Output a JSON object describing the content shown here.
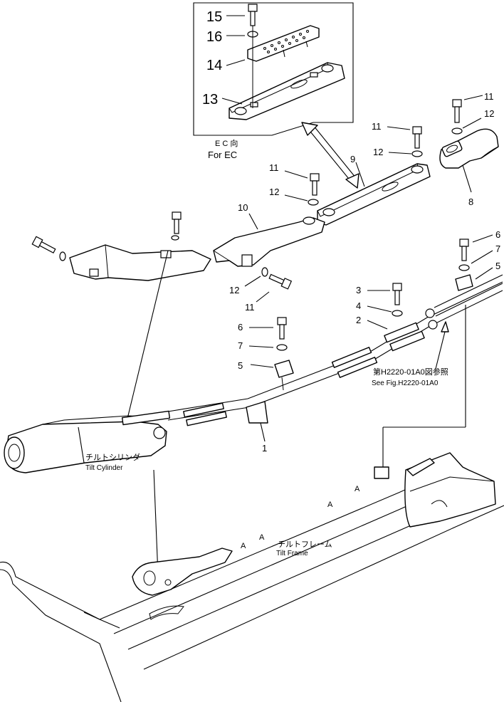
{
  "callouts": {
    "c15": "15",
    "c16": "16",
    "c14": "14",
    "c13": "13",
    "c11a": "11",
    "c12a": "12",
    "c8": "8",
    "c11b": "11",
    "c12b": "12",
    "c9": "9",
    "c11c": "11",
    "c12c": "12",
    "c10": "10",
    "c12d": "12",
    "c11d": "11",
    "c6a": "6",
    "c7a": "7",
    "c5a": "5",
    "c3": "3",
    "c4": "4",
    "c2": "2",
    "c6b": "6",
    "c7b": "7",
    "c5b": "5",
    "c1": "1"
  },
  "notes": {
    "ec_jp": "E C 向",
    "ec_en": "For EC",
    "ref_jp": "第H2220-01A0図参照",
    "ref_en": "See Fig.H2220-01A0",
    "cyl_jp": "チルトシリンダ",
    "cyl_en": "Tilt Cylinder",
    "frame_jp": "チルトフレーム",
    "frame_en": "Tilt Frame"
  }
}
